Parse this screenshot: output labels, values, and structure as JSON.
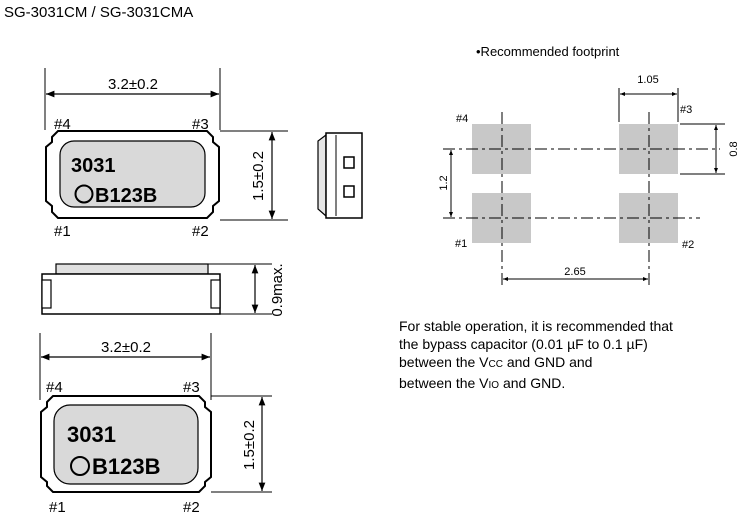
{
  "title": "SG-3031CM / SG-3031CMA",
  "top_view": {
    "dim_width": "3.2±0.2",
    "dim_height": "1.5±0.2",
    "pin4": "#4",
    "pin3": "#3",
    "pin1": "#1",
    "pin2": "#2",
    "marking_line1": "3031",
    "marking_line2": "B123B"
  },
  "side_view": {
    "dim_height": "0.9max."
  },
  "bottom_view": {
    "dim_width": "3.2±0.2",
    "dim_height": "1.5±0.2",
    "pin4": "#4",
    "pin3": "#3",
    "pin1": "#1",
    "pin2": "#2",
    "marking_line1": "3031",
    "marking_line2": "B123B"
  },
  "footprint": {
    "title": "•Recommended footprint",
    "dim_pad_width": "1.05",
    "dim_pad_height": "0.8",
    "dim_pitch_y": "1.2",
    "dim_pitch_x": "2.65",
    "pin4": "#4",
    "pin3": "#3",
    "pin1": "#1",
    "pin2": "#2"
  },
  "note": {
    "line1": "For stable operation, it is recommended that",
    "line2": "the bypass capacitor (0.01 µF to 0.1 µF)",
    "line3_pre": "between the V",
    "line3_sub": "CC",
    "line3_post": " and GND and",
    "line4_pre": "between the V",
    "line4_sub": "IO",
    "line4_post": " and GND."
  }
}
